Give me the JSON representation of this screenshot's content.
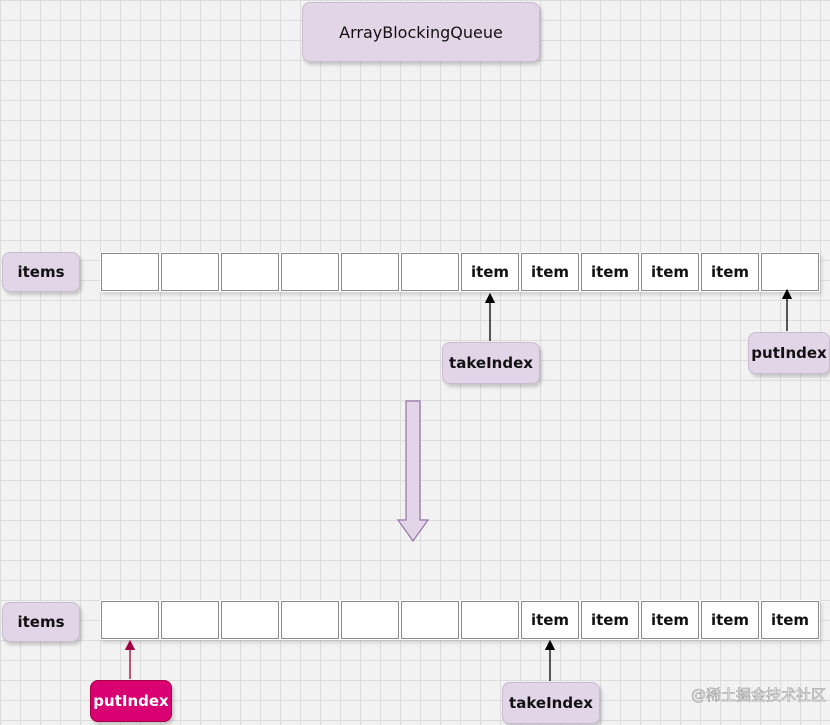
{
  "title": "ArrayBlockingQueue",
  "before": {
    "array_label": "items",
    "cells": [
      "",
      "",
      "",
      "",
      "",
      "",
      "item",
      "item",
      "item",
      "item",
      "item",
      ""
    ],
    "take_index_label": "takeIndex",
    "put_index_label": "putIndex"
  },
  "after": {
    "array_label": "items",
    "cells": [
      "",
      "",
      "",
      "",
      "",
      "",
      "",
      "item",
      "item",
      "item",
      "item",
      "item"
    ],
    "take_index_label": "takeIndex",
    "put_index_label": "putIndex"
  },
  "watermark": "@稀土掘金技术社区",
  "colors": {
    "box_fill": "#e1d5e7",
    "highlight_fill": "#d80073",
    "highlight_arrow": "#a50040"
  }
}
